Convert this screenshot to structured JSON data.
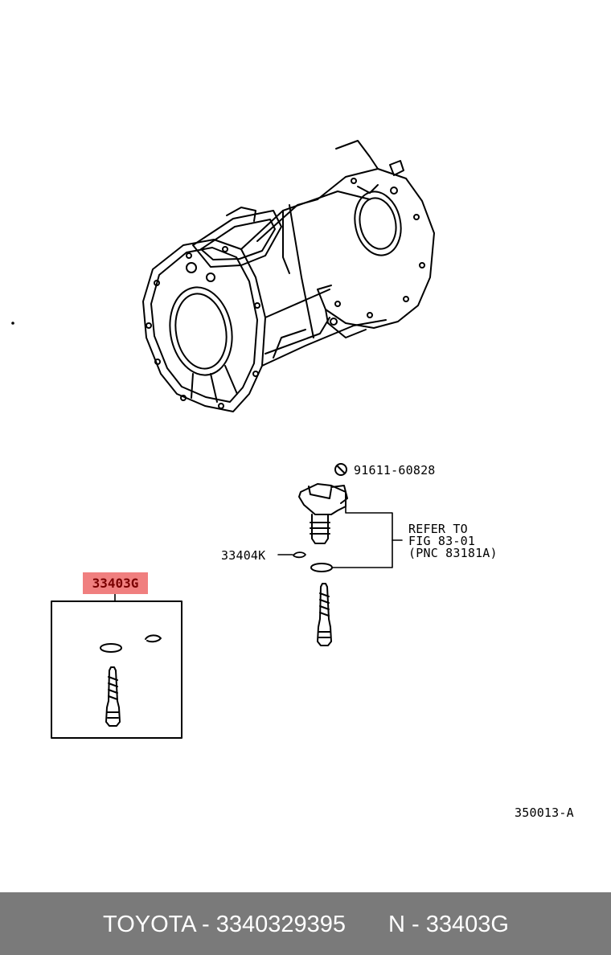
{
  "diagram": {
    "callouts": {
      "bolt_ref": "91611-60828",
      "washer": "33404K",
      "refer_line1": "REFER TO",
      "refer_line2": "FIG 83-01",
      "refer_line3": "(PNC 83181A)",
      "kit_part": "33403G",
      "figure_code": "350013-A"
    },
    "highlight_color": "#f07f7f"
  },
  "footer": {
    "brand_part": "TOYOTA - 3340329395",
    "ref": "N - 33403G",
    "background": "#7a7a7a"
  }
}
